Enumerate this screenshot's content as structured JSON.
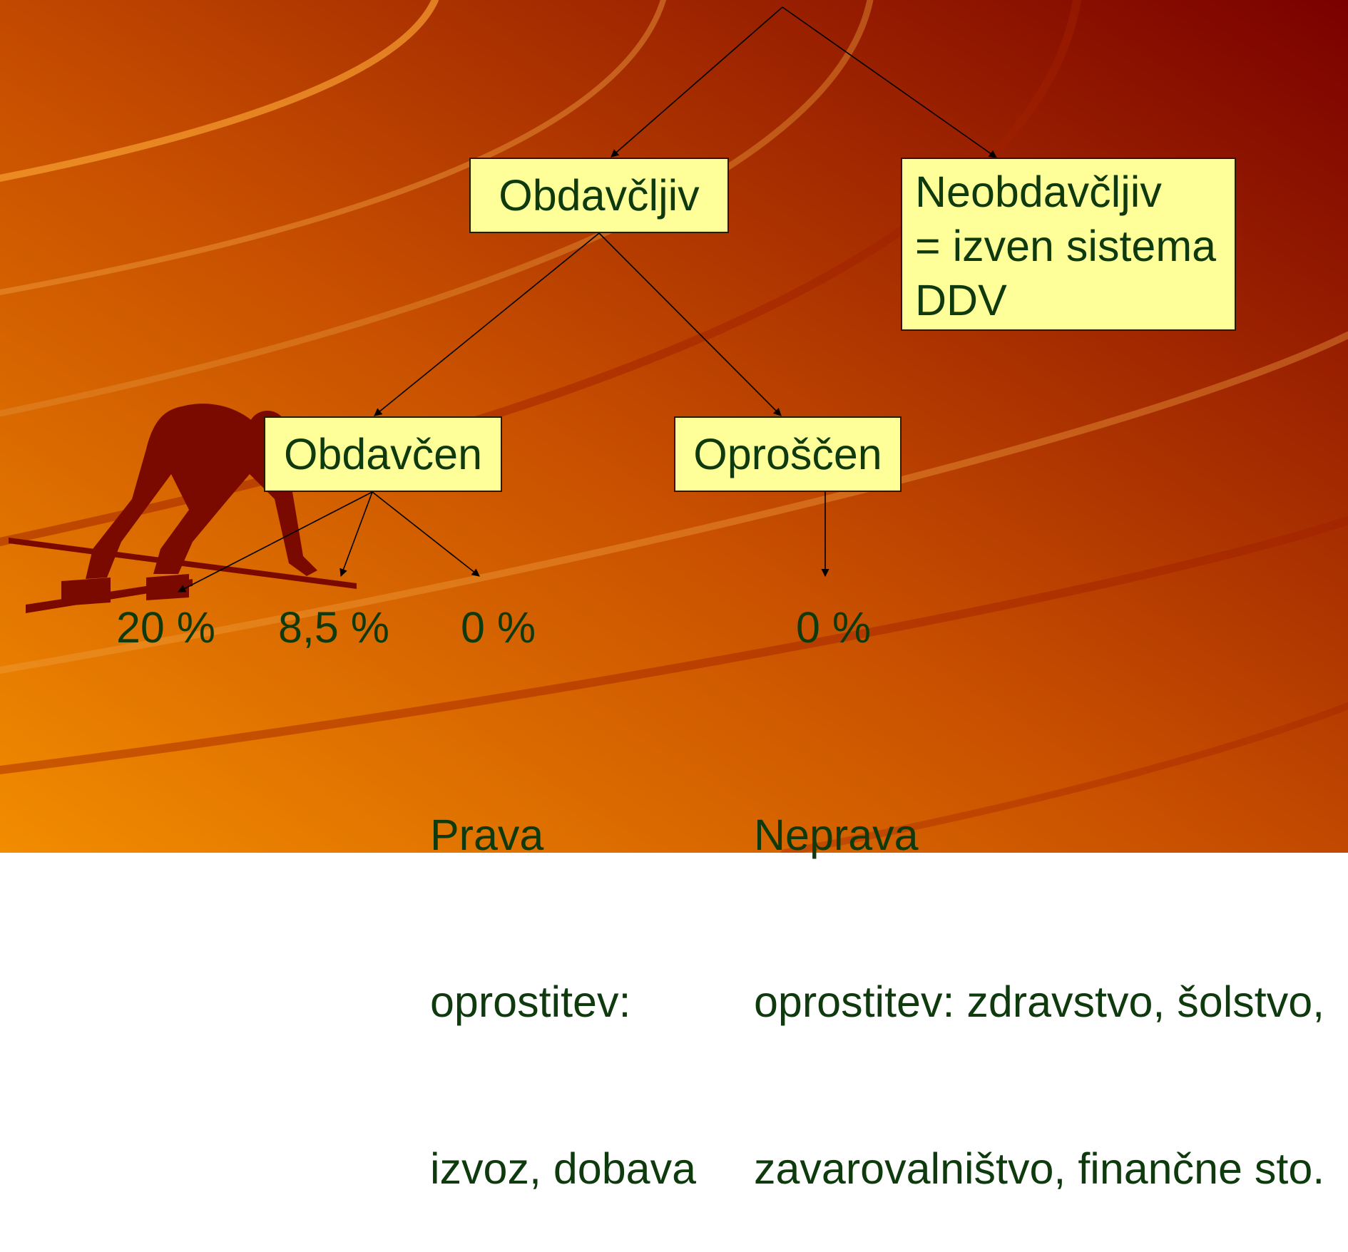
{
  "slide": {
    "colors": {
      "gradient_left": "#f28c00",
      "gradient_right": "#7a0000",
      "box_fill": "#ffff99",
      "text": "#0e3a0e",
      "arrow": "#000000",
      "athlete": "#7a0a00"
    },
    "nodes": {
      "obdavcljiv": "Obdavčljiv",
      "neobdavcljiv_line1": "Neobdavčljiv",
      "neobdavcljiv_line2": "= izven sistema",
      "neobdavcljiv_line3": "DDV",
      "obdavcen": "Obdavčen",
      "oproscen": "Oproščen"
    },
    "rates": {
      "rate_20": "20 %",
      "rate_85": "8,5 %",
      "rate_0a": "0 %",
      "rate_0b": "0 %"
    },
    "notes": {
      "prava_line1": "Prava",
      "prava_line2": "oprostitev:",
      "prava_line3": "izvoz, dobava",
      "neprava_line1": "Neprava",
      "neprava_line2": "oprostitev: zdravstvo, šolstvo,",
      "neprava_line3": "zavarovalništvo, finančne sto."
    },
    "decorations": {
      "athlete_icon": "sprinter-on-starting-blocks-icon"
    }
  }
}
